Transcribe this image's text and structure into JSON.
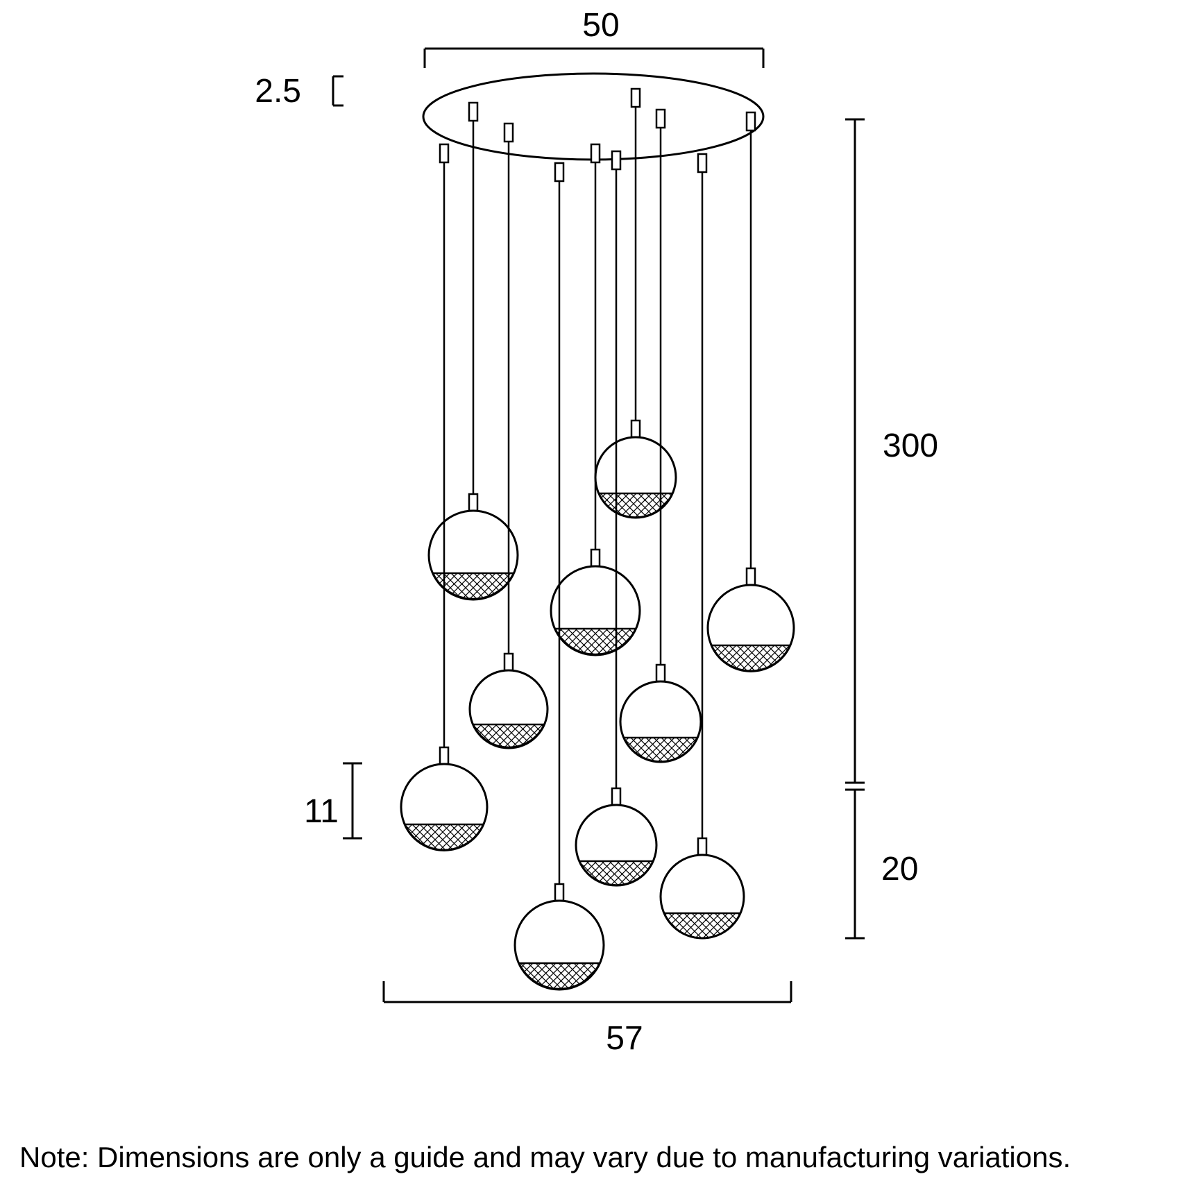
{
  "dimensions": {
    "canopy_diameter": "50",
    "canopy_thickness": "2.5",
    "suspension_height": "300",
    "globe_height": "11",
    "bottom_stagger": "20",
    "overall_spread": "57"
  },
  "note": "Note: Dimensions are only a guide and may vary due to manufacturing variations."
}
